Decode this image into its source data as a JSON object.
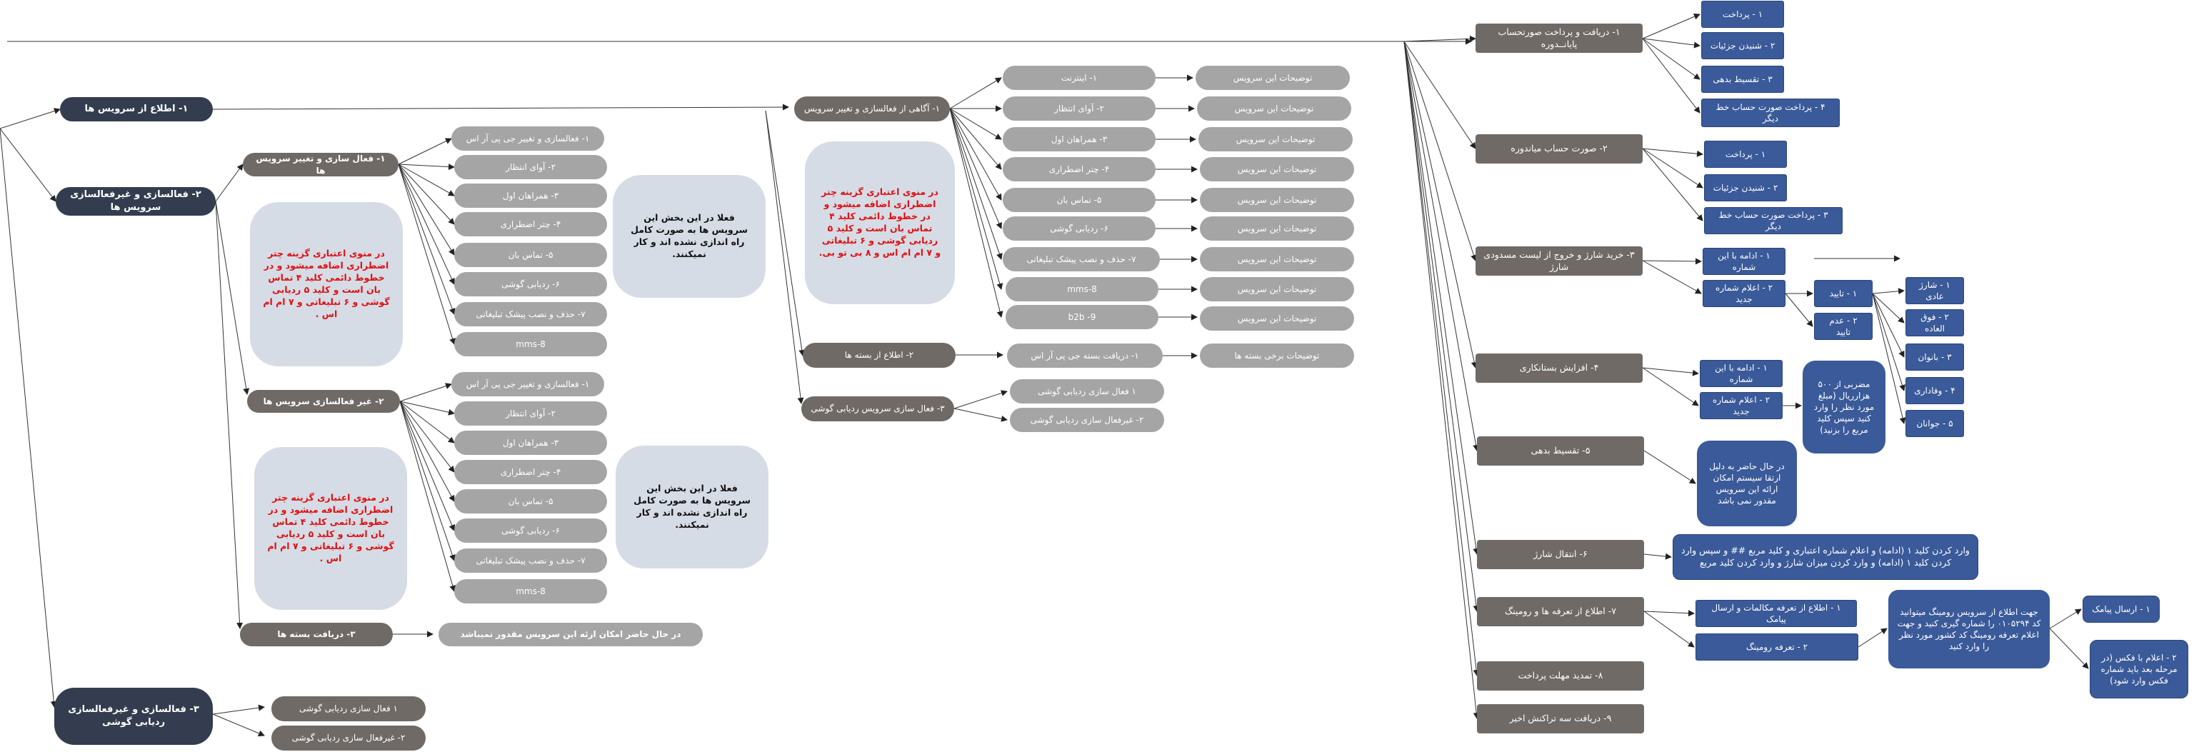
{
  "left": {
    "n_inform": "۱- اطلاع از سرویس ها",
    "n_activate": "۲- فعالسازی و غیرفعالسازی سرویس ها",
    "n_rbt": "۳- فعالسازی و غیرفعالسازی ردیابی گوشی",
    "n_enable_change": "۱- فعال سازی و تغییر سرویس ها",
    "n_disable": "۲- غیر فعالسازی سرویس ها",
    "n_receive_pkg": "۳- دریافت بسته ها",
    "list1": [
      "۱- فعالسازی و تغییر جی پی آر اس",
      "۲- آوای انتظار",
      "۳- همراهان اول",
      "۴- چتر اضطراری",
      "۵- تماس بان",
      "۶- ردیابی گوشی",
      "۷- حذف و نصب پیشک تبلیغاتی",
      "8-mms"
    ],
    "list2": [
      "۱- فعالسازی و تغییر جی پی آر اس",
      "۲- آوای انتظار",
      "۳- همراهان اول",
      "۴- چتر اضطراری",
      "۵- تماس بان",
      "۶- ردیابی گوشی",
      "۷- حذف و نصب پیشک تبلیغاتی",
      "8-mms"
    ],
    "red_note1": "در منوی اعتباری گزینه چتر اضطراری اضافه میشود و در خطوط دائمی کلید ۴ تماس بان است و کلید ۵ ردیابی گوشی و ۶ تبلیغاتی و ۷ ام ام اس .",
    "red_note2": "در منوی اعتباری گزینه چتر اضطراری اضافه میشود و در خطوط دائمی کلید ۴ تماس بان است و کلید ۵ ردیابی گوشی و ۶ تبلیغاتی و ۷ ام ام اس .",
    "black_note1": "فعلا در این بخش این سرویس ها به صورت کامل راه اندازی نشده اند و کار نمیکنند.",
    "black_note2": "فعلا در این بخش این سرویس ها به صورت کامل راه اندازی نشده اند و کار نمیکنند.",
    "pkg_unavailable": "در حال حاضر امکان ارئه این سرویس مقدور نمیباشد",
    "rbt1": "۱ فعال سازی ردیابی گوشی",
    "rbt2": "۲- غیرفعال سازی ردیابی گوشی"
  },
  "middle": {
    "n_awareness": "۱- آگاهی از فعالسازی و تغییر سرویس",
    "n_pkg_info": "۲- اطلاع از بسته ها",
    "n_rbt_act": "۳- فعال سازی سرویس ردیابی گوشی",
    "list": [
      "۱- اینترنت",
      "۲- آوای انتظار",
      "۳- همراهان اول",
      "۴- چتر اضطراری",
      "۵- تماس بان",
      "۶- ردیابی گوشی",
      "۷- حذف و نصب پیشک تبلیغاتی",
      "8-mms",
      "9- b2b"
    ],
    "desc": "توضیحات این سرویس",
    "red_note": "در منوی اعتباری گزینه چتر اضطراری اضافه میشود و در خطوط دائمی کلید ۴ تماس بان است و کلید ۵ ردیابی گوشی و ۶ تبلیغاتی و ۷ ام ام اس و ۸ بی تو بی.",
    "pkg_gprs": "۱- دریافت بسته جی پی آر اس",
    "pkg_desc": "توضیحات برخی بسته ها",
    "rbt_on": "۱ فعال سازی ردیابی گوشی",
    "rbt_off": "۲- غیرفعال سازی ردیابی گوشی"
  },
  "right": {
    "r1": "۱- دریافت و پرداخت صورتحساب پایانــدوره",
    "r2": "۲- صورت حساب میاندوره",
    "r3": "۳- خرید شارژ و خروج از لیست مسدودی شارژ",
    "r4": "۴- افزایش بستانکاری",
    "r5": "۵- تقسیط بدهی",
    "r6": "۶- انتقال شارژ",
    "r7": "۷- اطلاع از تعرفه ها و رومینگ",
    "r8": "۸- تمدید مهلت پرداخت",
    "r9": "۹- دریافت سه تراکنش اخیر",
    "r1_children": [
      "۱ - پرداخت",
      "۲ - شنیدن جزئیات",
      "۳ - تقسیط بدهی",
      "۴ - پرداخت صورت حساب خط دیگر"
    ],
    "r2_children": [
      "۱ - پرداخت",
      "۲ - شنیدن جزئیات",
      "۳ - پرداخت صورت حساب خط دیگر"
    ],
    "r3_this": "۱ - ادامه با این شماره",
    "r3_new": "۲ - اعلام شماره جدید",
    "r3_confirm": "۱ - تایید",
    "r3_noconfirm": "۲ - عدم تایید",
    "charge_types": [
      "۱ - شارژ عادی",
      "۲ - فوق العاده",
      "۳ - بانوان",
      "۴ - وفاداری",
      "۵ - جوانان"
    ],
    "r4_this": "۱ - ادامه با این شماره",
    "r4_new": "۲ - اعلام شماره جدید",
    "r4_note": "مضربی از ۵۰۰ هزارریال (مبلغ مورد نظر را وارد کنید سپس کلید مربع را بزنید)",
    "r5_note": "در حال حاضر به دلیل ارتقا سیستم امکان ارائه این سرویس مقدور نمی باشد",
    "r6_note": "وارد کردن کلید ۱ (ادامه) و اعلام شماره اعتباری و کلید مربع ## و سپس وارد کردن کلید ۱ (ادامه) و وارد کردن میزان شارژ و وارد کردن کلید مربع",
    "r7_calls": "۱ - اطلاع از تعرفه مکالمات و ارسال پیامک",
    "r7_roaming": "۲ - تعرفه رومینگ",
    "r7_note": "جهت اطلاع از سرویس رومینگ میتوانید کد ۰۱۰۵۲۹۴ را شماره گیری کنید و جهت اعلام تعرفه رومینگ کد کشور مورد نظر را وارد کنید",
    "sms": "۱ - ارسال پیامک",
    "fax": "۲ - اعلام با فکس (در مرحله بعد باید شماره فکس وارد شود)"
  }
}
